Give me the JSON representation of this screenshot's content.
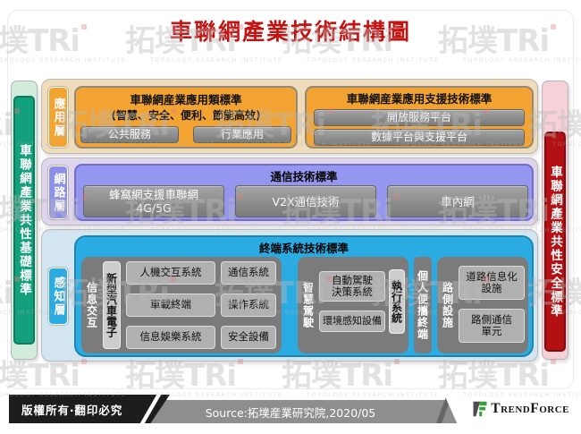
{
  "title": "車聯網產業技術結構圖",
  "colors": {
    "title_red": "#c31414",
    "application_orange": "#f2a331",
    "network_purple": "#9496ef",
    "perception_cyan": "#2aabe2",
    "foundation_green": "#13a07c",
    "security_red": "#b21013",
    "button_gray": "#8a8a8a",
    "brand_green": "#3a9e3f"
  },
  "watermark": {
    "logo_text": "拓墣TRi",
    "caption": "TOPOLOGY RESEARCH INSTITUTE"
  },
  "side_bars": {
    "left": {
      "label": "車聯網產業共性基礎標準"
    },
    "right": {
      "label": "車聯網產業共性安全標準"
    }
  },
  "layers": {
    "application": {
      "label": "應用層",
      "boxes": [
        {
          "title": "車聯網産業應用類標準",
          "subtitle": "(智慧、安全、便利、節能高效)",
          "buttons": [
            "公共服務",
            "行業應用"
          ]
        },
        {
          "title": "車聯網産業應用支援技術標準",
          "buttons": [
            "開放服務平台",
            "數據平台與支援平台"
          ]
        }
      ]
    },
    "network": {
      "label": "網路層",
      "box_title": "通信技術標準",
      "buttons": [
        {
          "line1": "蜂窩網支援車聯網",
          "line2": "4G/5G"
        },
        {
          "label": "V2X通信技術"
        },
        {
          "label": "車內網"
        }
      ]
    },
    "perception": {
      "label": "感知層",
      "box_title": "終端系統技術標準",
      "info_panel": {
        "side_label": "信息交互",
        "vertical_box": "新型汽車電子",
        "grid": [
          [
            "人機交互系統",
            "通信系統"
          ],
          [
            "車載終端",
            "操作系統"
          ],
          [
            "信息娛樂系統",
            "安全設備"
          ]
        ]
      },
      "driving_panel": {
        "side_label": "智慧駕駛",
        "buttons": [
          {
            "line1": "自動駕駛",
            "line2": "決策系統"
          },
          {
            "label": "環境感知設備"
          }
        ],
        "right_label": "執行系統"
      },
      "strip_label": "個人便攜終端",
      "roadside_panel": {
        "side_label": "路側設施",
        "buttons": [
          {
            "line1": "道路信息化",
            "line2": "設施"
          },
          {
            "line1": "路側通信",
            "line2": "單元"
          }
        ]
      }
    }
  },
  "footer": {
    "copyright": "版權所有‧翻印必究",
    "source": "Source:拓墣産業研究院,2020/05",
    "brand": "TrendForce"
  }
}
